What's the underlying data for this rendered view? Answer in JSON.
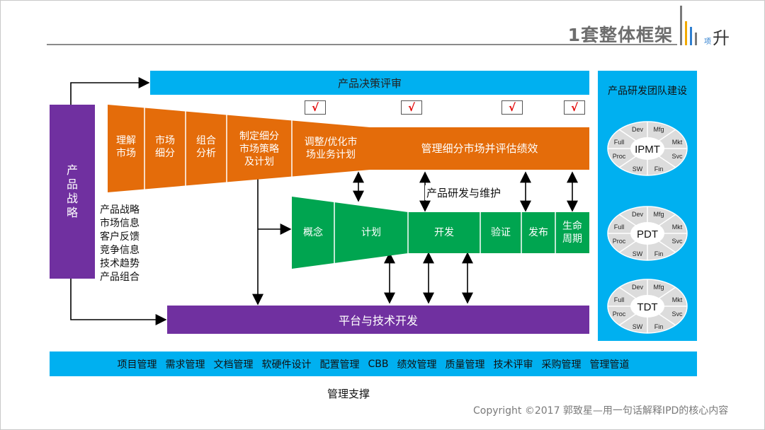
{
  "header": {
    "title": "1套整体框架",
    "logo_small": "项",
    "logo_main": "升"
  },
  "decision_review": "产品决策评审",
  "product_strategy": "产品战略",
  "inputs": [
    "产品战略",
    "市场信息",
    "客户反馈",
    "竞争信息",
    "技术趋势",
    "产品组合"
  ],
  "checkmark": "√",
  "market_steps": [
    {
      "label": "理解\n市场"
    },
    {
      "label": "市场\n细分"
    },
    {
      "label": "组合\n分析"
    },
    {
      "label": "制定细分\n市场策略\n及计划"
    },
    {
      "label": "调整/优化市\n场业务计划"
    }
  ],
  "manage_market": "管理细分市场并评估绩效",
  "rnd_label": "产品研发与维护",
  "dev_steps": [
    {
      "label": "概念"
    },
    {
      "label": "计划"
    },
    {
      "label": "开发"
    },
    {
      "label": "验证"
    },
    {
      "label": "发布"
    },
    {
      "label": "生命\n周期"
    }
  ],
  "platform": "平台与技术开发",
  "management_items": [
    "项目管理",
    "需求管理",
    "文档管理",
    "软硬件设计",
    "配置管理",
    "CBB",
    "绩效管理",
    "质量管理",
    "技术评审",
    "采购管理",
    "管理管道"
  ],
  "management_support": "管理支撑",
  "team": {
    "title": "产品研发团队建设",
    "segments": [
      "Dev",
      "Mfg",
      "Mkt",
      "Svc",
      "Fin",
      "SW",
      "Proc",
      "Full"
    ],
    "teams": [
      "IPMT",
      "PDT",
      "TDT"
    ]
  },
  "copyright": "Copyright ©2017 郭致星—用一句话解释IPD的核心内容",
  "colors": {
    "orange": "#e46c0a",
    "green": "#00a550",
    "cyan": "#00b0f0",
    "purple": "#7030a0"
  }
}
